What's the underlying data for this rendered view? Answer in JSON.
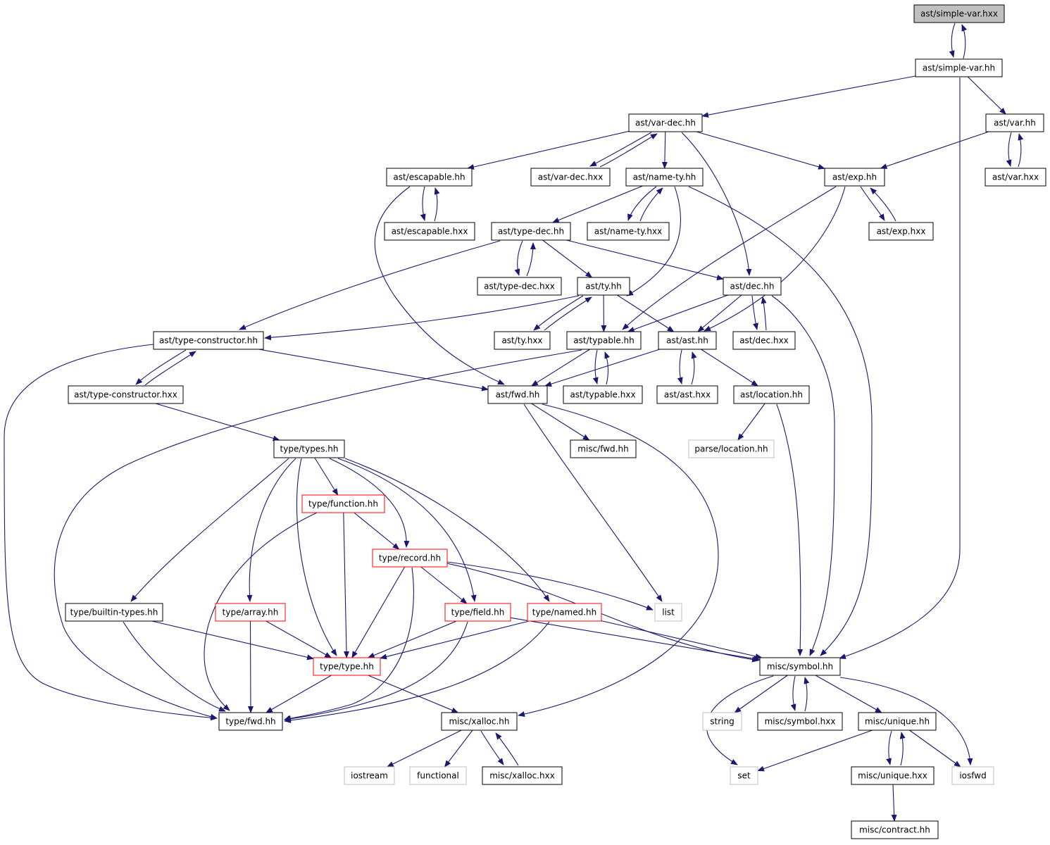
{
  "colors": {
    "edge": "#191970",
    "border_normal": "#000000",
    "border_truncated": "#ff0000",
    "border_external": "#bfbfbf",
    "fill_root": "#bfbfbf",
    "fill_node": "#ffffff",
    "text": "#000000"
  },
  "graph": {
    "nodes": [
      {
        "id": "n_simple_var_hxx",
        "label": "ast/simple-var.hxx",
        "kind": "root"
      },
      {
        "id": "n_simple_var_hh",
        "label": "ast/simple-var.hh",
        "kind": "normal"
      },
      {
        "id": "n_var_dec_hh",
        "label": "ast/var-dec.hh",
        "kind": "normal"
      },
      {
        "id": "n_var_hh",
        "label": "ast/var.hh",
        "kind": "normal"
      },
      {
        "id": "n_escapable_hh",
        "label": "ast/escapable.hh",
        "kind": "normal"
      },
      {
        "id": "n_var_dec_hxx",
        "label": "ast/var-dec.hxx",
        "kind": "normal"
      },
      {
        "id": "n_name_ty_hh",
        "label": "ast/name-ty.hh",
        "kind": "normal"
      },
      {
        "id": "n_exp_hh",
        "label": "ast/exp.hh",
        "kind": "normal"
      },
      {
        "id": "n_var_hxx",
        "label": "ast/var.hxx",
        "kind": "normal"
      },
      {
        "id": "n_escapable_hxx",
        "label": "ast/escapable.hxx",
        "kind": "normal"
      },
      {
        "id": "n_type_dec_hh",
        "label": "ast/type-dec.hh",
        "kind": "normal"
      },
      {
        "id": "n_name_ty_hxx",
        "label": "ast/name-ty.hxx",
        "kind": "normal"
      },
      {
        "id": "n_exp_hxx",
        "label": "ast/exp.hxx",
        "kind": "normal"
      },
      {
        "id": "n_type_dec_hxx",
        "label": "ast/type-dec.hxx",
        "kind": "normal"
      },
      {
        "id": "n_ty_hh",
        "label": "ast/ty.hh",
        "kind": "normal"
      },
      {
        "id": "n_dec_hh",
        "label": "ast/dec.hh",
        "kind": "normal"
      },
      {
        "id": "n_type_constructor_hh",
        "label": "ast/type-constructor.hh",
        "kind": "normal"
      },
      {
        "id": "n_ty_hxx",
        "label": "ast/ty.hxx",
        "kind": "normal"
      },
      {
        "id": "n_typable_hh",
        "label": "ast/typable.hh",
        "kind": "normal"
      },
      {
        "id": "n_ast_hh",
        "label": "ast/ast.hh",
        "kind": "normal"
      },
      {
        "id": "n_dec_hxx",
        "label": "ast/dec.hxx",
        "kind": "normal"
      },
      {
        "id": "n_type_constructor_hxx",
        "label": "ast/type-constructor.hxx",
        "kind": "normal"
      },
      {
        "id": "n_ast_fwd_hh",
        "label": "ast/fwd.hh",
        "kind": "normal"
      },
      {
        "id": "n_typable_hxx",
        "label": "ast/typable.hxx",
        "kind": "normal"
      },
      {
        "id": "n_ast_hxx",
        "label": "ast/ast.hxx",
        "kind": "normal"
      },
      {
        "id": "n_location_hh",
        "label": "ast/location.hh",
        "kind": "normal"
      },
      {
        "id": "n_types_hh",
        "label": "type/types.hh",
        "kind": "normal"
      },
      {
        "id": "n_misc_fwd_hh",
        "label": "misc/fwd.hh",
        "kind": "normal"
      },
      {
        "id": "n_parse_location_hh",
        "label": "parse/location.hh",
        "kind": "external"
      },
      {
        "id": "n_function_hh",
        "label": "type/function.hh",
        "kind": "truncated"
      },
      {
        "id": "n_record_hh",
        "label": "type/record.hh",
        "kind": "truncated"
      },
      {
        "id": "n_list",
        "label": "list",
        "kind": "external"
      },
      {
        "id": "n_builtin_types_hh",
        "label": "type/builtin-types.hh",
        "kind": "normal"
      },
      {
        "id": "n_array_hh",
        "label": "type/array.hh",
        "kind": "truncated"
      },
      {
        "id": "n_field_hh",
        "label": "type/field.hh",
        "kind": "truncated"
      },
      {
        "id": "n_named_hh",
        "label": "type/named.hh",
        "kind": "truncated"
      },
      {
        "id": "n_type_hh",
        "label": "type/type.hh",
        "kind": "truncated"
      },
      {
        "id": "n_symbol_hh",
        "label": "misc/symbol.hh",
        "kind": "normal"
      },
      {
        "id": "n_type_fwd_hh",
        "label": "type/fwd.hh",
        "kind": "normal"
      },
      {
        "id": "n_xalloc_hh",
        "label": "misc/xalloc.hh",
        "kind": "normal"
      },
      {
        "id": "n_string",
        "label": "string",
        "kind": "external"
      },
      {
        "id": "n_symbol_hxx",
        "label": "misc/symbol.hxx",
        "kind": "normal"
      },
      {
        "id": "n_unique_hh",
        "label": "misc/unique.hh",
        "kind": "normal"
      },
      {
        "id": "n_iostream",
        "label": "iostream",
        "kind": "external"
      },
      {
        "id": "n_functional",
        "label": "functional",
        "kind": "external"
      },
      {
        "id": "n_xalloc_hxx",
        "label": "misc/xalloc.hxx",
        "kind": "normal"
      },
      {
        "id": "n_set",
        "label": "set",
        "kind": "external"
      },
      {
        "id": "n_unique_hxx",
        "label": "misc/unique.hxx",
        "kind": "normal"
      },
      {
        "id": "n_iosfwd",
        "label": "iosfwd",
        "kind": "external"
      },
      {
        "id": "n_contract_hh",
        "label": "misc/contract.hh",
        "kind": "normal"
      }
    ],
    "edges": [
      [
        "n_simple_var_hxx",
        "n_simple_var_hh"
      ],
      [
        "n_simple_var_hh",
        "n_simple_var_hxx"
      ],
      [
        "n_simple_var_hh",
        "n_var_dec_hh"
      ],
      [
        "n_simple_var_hh",
        "n_var_hh"
      ],
      [
        "n_simple_var_hh",
        "n_symbol_hh"
      ],
      [
        "n_var_dec_hh",
        "n_escapable_hh"
      ],
      [
        "n_var_dec_hh",
        "n_var_dec_hxx"
      ],
      [
        "n_var_dec_hxx",
        "n_var_dec_hh"
      ],
      [
        "n_var_dec_hh",
        "n_name_ty_hh"
      ],
      [
        "n_var_dec_hh",
        "n_exp_hh"
      ],
      [
        "n_var_dec_hh",
        "n_dec_hh"
      ],
      [
        "n_var_hh",
        "n_exp_hh"
      ],
      [
        "n_var_hh",
        "n_var_hxx"
      ],
      [
        "n_var_hxx",
        "n_var_hh"
      ],
      [
        "n_escapable_hh",
        "n_escapable_hxx"
      ],
      [
        "n_escapable_hxx",
        "n_escapable_hh"
      ],
      [
        "n_escapable_hh",
        "n_ast_fwd_hh"
      ],
      [
        "n_name_ty_hh",
        "n_type_dec_hh"
      ],
      [
        "n_name_ty_hh",
        "n_name_ty_hxx"
      ],
      [
        "n_name_ty_hxx",
        "n_name_ty_hh"
      ],
      [
        "n_name_ty_hh",
        "n_ty_hh"
      ],
      [
        "n_name_ty_hh",
        "n_symbol_hh"
      ],
      [
        "n_exp_hh",
        "n_exp_hxx"
      ],
      [
        "n_exp_hxx",
        "n_exp_hh"
      ],
      [
        "n_exp_hh",
        "n_typable_hh"
      ],
      [
        "n_exp_hh",
        "n_ast_hh"
      ],
      [
        "n_type_dec_hh",
        "n_type_dec_hxx"
      ],
      [
        "n_type_dec_hxx",
        "n_type_dec_hh"
      ],
      [
        "n_type_dec_hh",
        "n_ty_hh"
      ],
      [
        "n_type_dec_hh",
        "n_dec_hh"
      ],
      [
        "n_type_dec_hh",
        "n_type_constructor_hh"
      ],
      [
        "n_ty_hh",
        "n_ty_hxx"
      ],
      [
        "n_ty_hxx",
        "n_ty_hh"
      ],
      [
        "n_ty_hh",
        "n_typable_hh"
      ],
      [
        "n_ty_hh",
        "n_ast_hh"
      ],
      [
        "n_ty_hh",
        "n_type_constructor_hh"
      ],
      [
        "n_dec_hh",
        "n_dec_hxx"
      ],
      [
        "n_dec_hxx",
        "n_dec_hh"
      ],
      [
        "n_dec_hh",
        "n_typable_hh"
      ],
      [
        "n_dec_hh",
        "n_ast_hh"
      ],
      [
        "n_dec_hh",
        "n_symbol_hh"
      ],
      [
        "n_type_constructor_hh",
        "n_type_constructor_hxx"
      ],
      [
        "n_type_constructor_hxx",
        "n_type_constructor_hh"
      ],
      [
        "n_type_constructor_hh",
        "n_ast_fwd_hh"
      ],
      [
        "n_type_constructor_hh",
        "n_type_fwd_hh"
      ],
      [
        "n_type_constructor_hxx",
        "n_types_hh"
      ],
      [
        "n_typable_hh",
        "n_typable_hxx"
      ],
      [
        "n_typable_hxx",
        "n_typable_hh"
      ],
      [
        "n_typable_hh",
        "n_ast_fwd_hh"
      ],
      [
        "n_typable_hh",
        "n_type_fwd_hh"
      ],
      [
        "n_ast_hh",
        "n_ast_hxx"
      ],
      [
        "n_ast_hxx",
        "n_ast_hh"
      ],
      [
        "n_ast_hh",
        "n_location_hh"
      ],
      [
        "n_ast_hh",
        "n_ast_fwd_hh"
      ],
      [
        "n_location_hh",
        "n_parse_location_hh"
      ],
      [
        "n_location_hh",
        "n_symbol_hh"
      ],
      [
        "n_ast_fwd_hh",
        "n_misc_fwd_hh"
      ],
      [
        "n_ast_fwd_hh",
        "n_list"
      ],
      [
        "n_ast_fwd_hh",
        "n_xalloc_hh"
      ],
      [
        "n_types_hh",
        "n_function_hh"
      ],
      [
        "n_types_hh",
        "n_record_hh"
      ],
      [
        "n_types_hh",
        "n_builtin_types_hh"
      ],
      [
        "n_types_hh",
        "n_array_hh"
      ],
      [
        "n_types_hh",
        "n_field_hh"
      ],
      [
        "n_types_hh",
        "n_named_hh"
      ],
      [
        "n_types_hh",
        "n_type_hh"
      ],
      [
        "n_function_hh",
        "n_record_hh"
      ],
      [
        "n_function_hh",
        "n_type_hh"
      ],
      [
        "n_function_hh",
        "n_type_fwd_hh"
      ],
      [
        "n_record_hh",
        "n_field_hh"
      ],
      [
        "n_record_hh",
        "n_list"
      ],
      [
        "n_record_hh",
        "n_symbol_hh"
      ],
      [
        "n_record_hh",
        "n_type_hh"
      ],
      [
        "n_record_hh",
        "n_type_fwd_hh"
      ],
      [
        "n_builtin_types_hh",
        "n_type_hh"
      ],
      [
        "n_builtin_types_hh",
        "n_type_fwd_hh"
      ],
      [
        "n_array_hh",
        "n_type_hh"
      ],
      [
        "n_array_hh",
        "n_type_fwd_hh"
      ],
      [
        "n_field_hh",
        "n_type_hh"
      ],
      [
        "n_field_hh",
        "n_symbol_hh"
      ],
      [
        "n_field_hh",
        "n_type_fwd_hh"
      ],
      [
        "n_named_hh",
        "n_type_hh"
      ],
      [
        "n_named_hh",
        "n_symbol_hh"
      ],
      [
        "n_named_hh",
        "n_type_fwd_hh"
      ],
      [
        "n_type_hh",
        "n_type_fwd_hh"
      ],
      [
        "n_type_hh",
        "n_xalloc_hh"
      ],
      [
        "n_symbol_hh",
        "n_string"
      ],
      [
        "n_symbol_hh",
        "n_symbol_hxx"
      ],
      [
        "n_symbol_hxx",
        "n_symbol_hh"
      ],
      [
        "n_symbol_hh",
        "n_unique_hh"
      ],
      [
        "n_symbol_hh",
        "n_set"
      ],
      [
        "n_symbol_hh",
        "n_iosfwd"
      ],
      [
        "n_xalloc_hh",
        "n_iostream"
      ],
      [
        "n_xalloc_hh",
        "n_functional"
      ],
      [
        "n_xalloc_hh",
        "n_xalloc_hxx"
      ],
      [
        "n_xalloc_hxx",
        "n_xalloc_hh"
      ],
      [
        "n_unique_hh",
        "n_set"
      ],
      [
        "n_unique_hh",
        "n_unique_hxx"
      ],
      [
        "n_unique_hxx",
        "n_unique_hh"
      ],
      [
        "n_unique_hh",
        "n_iosfwd"
      ],
      [
        "n_unique_hxx",
        "n_contract_hh"
      ]
    ]
  }
}
